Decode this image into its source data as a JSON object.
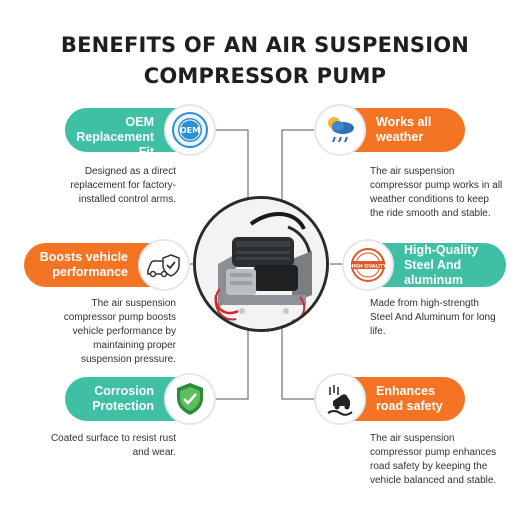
{
  "title": {
    "line1": "BENEFITS OF AN AIR SUSPENSION",
    "line2": "COMPRESSOR PUMP"
  },
  "benefits": [
    {
      "label_line1": "OEM",
      "label_line2": "Replacement Fit",
      "icon": "oem-badge-icon",
      "icon_text": "OEM",
      "color": "#3fbfa3",
      "desc": [
        "Designed as a direct",
        "replacement for factory-",
        "installed control arms."
      ]
    },
    {
      "label_line1": "Works all",
      "label_line2": "weather",
      "icon": "weather-icon",
      "color": "#f47424",
      "desc": [
        "The air suspension",
        "compressor pump works in all",
        "weather conditions to keep",
        "the ride smooth and stable."
      ]
    },
    {
      "label_line1": "Boosts vehicle",
      "label_line2": "performance",
      "icon": "car-shield-icon",
      "color": "#f47424",
      "desc": [
        "The air suspension",
        "compressor pump boosts",
        "vehicle performance by",
        "maintaining proper",
        "suspension pressure."
      ]
    },
    {
      "label_line1": "High-Quality",
      "label_line2": "Steel And",
      "label_line3": "aluminum",
      "icon": "quality-stamp-icon",
      "icon_text": "HIGH QUALITY",
      "color": "#3fbfa3",
      "desc": [
        "Made from high-strength",
        "Steel And Aluminum for long",
        "life."
      ]
    },
    {
      "label_line1": "Corrosion",
      "label_line2": "Protection",
      "icon": "shield-check-icon",
      "color": "#3fbfa3",
      "desc": [
        "Coated surface to resist rust",
        "and wear."
      ]
    },
    {
      "label_line1": "Enhances",
      "label_line2": "road safety",
      "icon": "slippery-road-icon",
      "color": "#f47424",
      "desc": [
        "The air suspension",
        "compressor pump enhances",
        "road safety by keeping the",
        "vehicle balanced and stable."
      ]
    }
  ],
  "colors": {
    "teal": "#3fbfa3",
    "orange": "#f47424",
    "title": "#1f1f1f",
    "connector": "#555555"
  },
  "center_image": "air-suspension-compressor-product-photo"
}
